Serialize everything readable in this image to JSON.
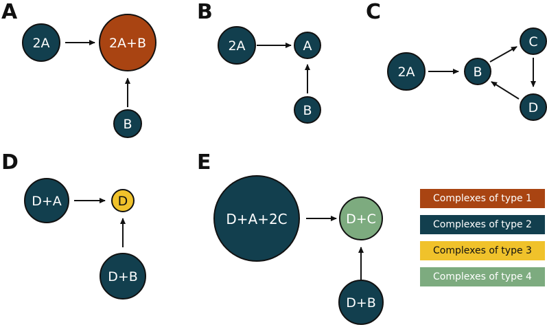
{
  "colors": {
    "type1": "#a94412",
    "type2": "#123f4e",
    "type3": "#f0c22b",
    "type4": "#7dab7f"
  },
  "panels": {
    "A": "A",
    "B": "B",
    "C": "C",
    "D": "D",
    "E": "E"
  },
  "nodes": {
    "a_2a": "2A",
    "a_2ab": "2A+B",
    "a_b": "B",
    "b_2a": "2A",
    "b_a": "A",
    "b_b": "B",
    "c_2a": "2A",
    "c_b": "B",
    "c_c": "C",
    "c_d": "D",
    "d_da": "D+A",
    "d_d": "D",
    "d_db": "D+B",
    "e_da2c": "D+A+2C",
    "e_dc": "D+C",
    "e_db": "D+B"
  },
  "legend": [
    {
      "label": "Complexes of type 1",
      "color": "#a94412"
    },
    {
      "label": "Complexes of type 2",
      "color": "#123f4e"
    },
    {
      "label": "Complexes of type 3",
      "color": "#f0c22b"
    },
    {
      "label": "Complexes of type 4",
      "color": "#7dab7f"
    }
  ]
}
